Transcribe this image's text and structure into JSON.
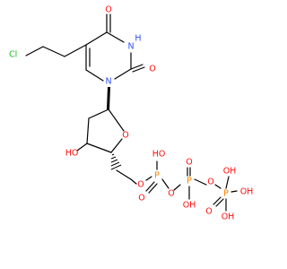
{
  "molecule": {
    "atoms": [
      {
        "id": "Cl",
        "text": "Cl",
        "color": "#1fc01f"
      },
      {
        "id": "O4",
        "text": "O",
        "color": "#ff0d0d"
      },
      {
        "id": "N3H",
        "text": "H",
        "color": "#3050f8"
      },
      {
        "id": "N3",
        "text": "N",
        "color": "#3050f8"
      },
      {
        "id": "O2",
        "text": "O",
        "color": "#ff0d0d"
      },
      {
        "id": "N1",
        "text": "N",
        "color": "#3050f8"
      },
      {
        "id": "O4r",
        "text": "O",
        "color": "#ff0d0d"
      },
      {
        "id": "HO3",
        "text": "HO",
        "color": "#ff0d0d"
      },
      {
        "id": "O5",
        "text": "O",
        "color": "#ff0d0d"
      },
      {
        "id": "PaHO",
        "text": "HO",
        "color": "#ff0d0d"
      },
      {
        "id": "Pa",
        "text": "P",
        "color": "#ff8000"
      },
      {
        "id": "PaO",
        "text": "O",
        "color": "#ff0d0d"
      },
      {
        "id": "Oab",
        "text": "O",
        "color": "#ff0d0d"
      },
      {
        "id": "PbO",
        "text": "O",
        "color": "#ff0d0d"
      },
      {
        "id": "Pb",
        "text": "P",
        "color": "#ff8000"
      },
      {
        "id": "PbOH",
        "text": "OH",
        "color": "#ff0d0d"
      },
      {
        "id": "Obg",
        "text": "O",
        "color": "#ff0d0d"
      },
      {
        "id": "PgOH1",
        "text": "OH",
        "color": "#ff0d0d"
      },
      {
        "id": "Pg",
        "text": "P",
        "color": "#ff8000"
      },
      {
        "id": "PgO",
        "text": "O",
        "color": "#ff0d0d"
      },
      {
        "id": "PgOH2",
        "text": "OH",
        "color": "#ff0d0d"
      },
      {
        "id": "PgOH3",
        "text": "OH",
        "color": "#ff0d0d"
      }
    ]
  }
}
